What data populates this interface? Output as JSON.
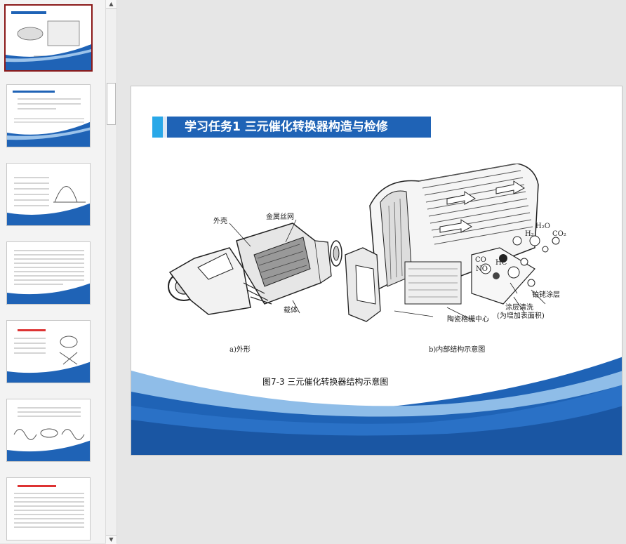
{
  "scrollbar": {
    "up_arrow": "▲",
    "down_arrow": "▼"
  },
  "slide": {
    "title": "学习任务1  三元催化转换器构造与检修",
    "labels": {
      "shell": "外壳",
      "wire_mesh": "金属丝网",
      "carrier": "载体",
      "h2o": "H₂O",
      "h2": "H₂",
      "co2": "CO₂",
      "co": "CO",
      "hc": "HC",
      "no": "NO",
      "pt_coating": "铂铑涂层",
      "washcoat": "涂层清洗",
      "washcoat_note": "(为增加表面积)",
      "ceramic_center": "陶瓷格栅中心",
      "sub_a": "a)外形",
      "sub_b": "b)内部结构示意图"
    },
    "caption": "图7-3  三元催化转换器结构示意图"
  },
  "thumbnails": [
    {
      "index": 1,
      "selected": true
    },
    {
      "index": 2,
      "selected": false
    },
    {
      "index": 3,
      "selected": false
    },
    {
      "index": 4,
      "selected": false
    },
    {
      "index": 5,
      "selected": false
    },
    {
      "index": 6,
      "selected": false
    },
    {
      "index": 7,
      "selected": false
    }
  ],
  "colors": {
    "accent": "#1f63b6",
    "light_accent": "#29a8e8",
    "selection": "#8b1a1a"
  }
}
